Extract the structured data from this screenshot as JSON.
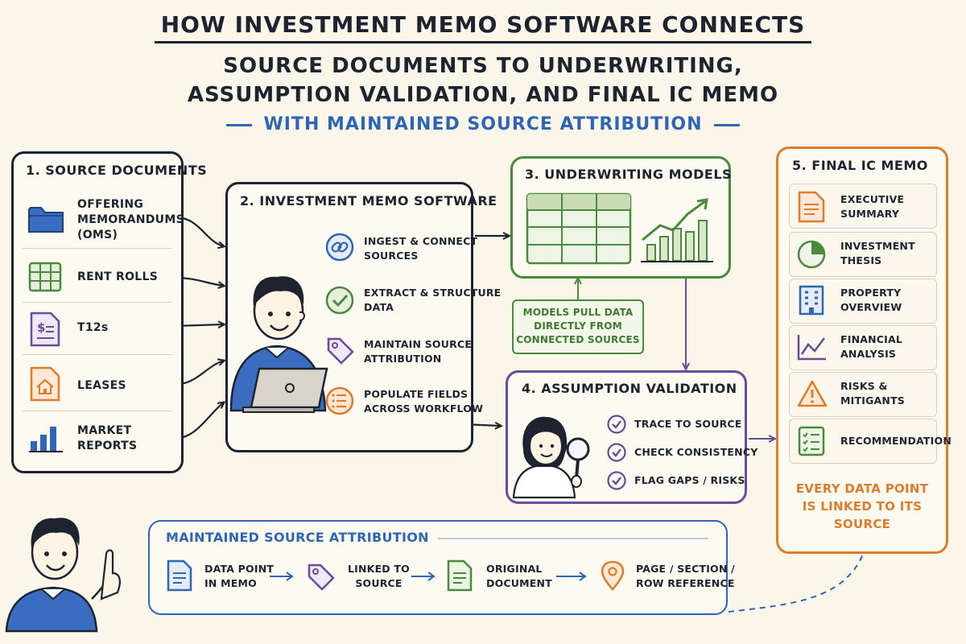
{
  "title": {
    "line1": "HOW INVESTMENT MEMO SOFTWARE CONNECTS",
    "line2": "SOURCE DOCUMENTS TO UNDERWRITING,",
    "line3": "ASSUMPTION VALIDATION, AND FINAL IC MEMO",
    "line4": "WITH MAINTAINED SOURCE ATTRIBUTION"
  },
  "source_docs": {
    "title": "1. SOURCE DOCUMENTS",
    "items": [
      {
        "l1": "OFFERING",
        "l2": "MEMORANDUMS",
        "l3": "(OMS)",
        "icon": "folder-icon"
      },
      {
        "l1": "RENT ROLLS",
        "icon": "spreadsheet-icon"
      },
      {
        "l1": "T12s",
        "icon": "dollar-document-icon"
      },
      {
        "l1": "LEASES",
        "icon": "house-document-icon"
      },
      {
        "l1": "MARKET",
        "l2": "REPORTS",
        "icon": "bar-chart-icon"
      }
    ]
  },
  "memo_software": {
    "title": "2. INVESTMENT MEMO SOFTWARE",
    "items": [
      {
        "l1": "INGEST & CONNECT",
        "l2": "SOURCES",
        "icon": "link-icon"
      },
      {
        "l1": "EXTRACT & STRUCTURE",
        "l2": "DATA",
        "icon": "check-circle-icon"
      },
      {
        "l1": "MAINTAIN SOURCE",
        "l2": "ATTRIBUTION",
        "icon": "tag-icon"
      },
      {
        "l1": "POPULATE FIELDS",
        "l2": "ACROSS WORKFLOW",
        "icon": "list-icon"
      }
    ]
  },
  "underwriting": {
    "title": "3. UNDERWRITING MODELS",
    "note_l1": "MODELS PULL DATA",
    "note_l2": "DIRECTLY FROM",
    "note_l3": "CONNECTED SOURCES"
  },
  "validation": {
    "title": "4. ASSUMPTION VALIDATION",
    "items": [
      "TRACE TO SOURCE",
      "CHECK CONSISTENCY",
      "FLAG GAPS / RISKS"
    ]
  },
  "final_memo": {
    "title": "5. FINAL IC MEMO",
    "items": [
      {
        "l1": "EXECUTIVE",
        "l2": "SUMMARY",
        "icon": "document-icon"
      },
      {
        "l1": "INVESTMENT",
        "l2": "THESIS",
        "icon": "pie-chart-icon"
      },
      {
        "l1": "PROPERTY",
        "l2": "OVERVIEW",
        "icon": "building-icon"
      },
      {
        "l1": "FINANCIAL",
        "l2": "ANALYSIS",
        "icon": "line-chart-icon"
      },
      {
        "l1": "RISKS &",
        "l2": "MITIGANTS",
        "icon": "warning-icon"
      },
      {
        "l1": "RECOMMENDATION",
        "icon": "checklist-icon"
      }
    ],
    "footer_l1": "EVERY DATA POINT",
    "footer_l2": "IS LINKED TO ITS",
    "footer_l3": "SOURCE"
  },
  "attribution": {
    "title": "MAINTAINED SOURCE ATTRIBUTION",
    "steps": [
      {
        "l1": "DATA POINT",
        "l2": "IN MEMO"
      },
      {
        "l1": "LINKED TO",
        "l2": "SOURCE"
      },
      {
        "l1": "ORIGINAL",
        "l2": "DOCUMENT"
      },
      {
        "l1": "PAGE / SECTION /",
        "l2": "ROW REFERENCE"
      }
    ]
  },
  "colors": {
    "ink": "#1d2430",
    "blue": "#2f66b3",
    "green": "#4a8a3c",
    "purple": "#6b4a9c",
    "orange": "#e07b2a",
    "background": "#faf6ea"
  }
}
